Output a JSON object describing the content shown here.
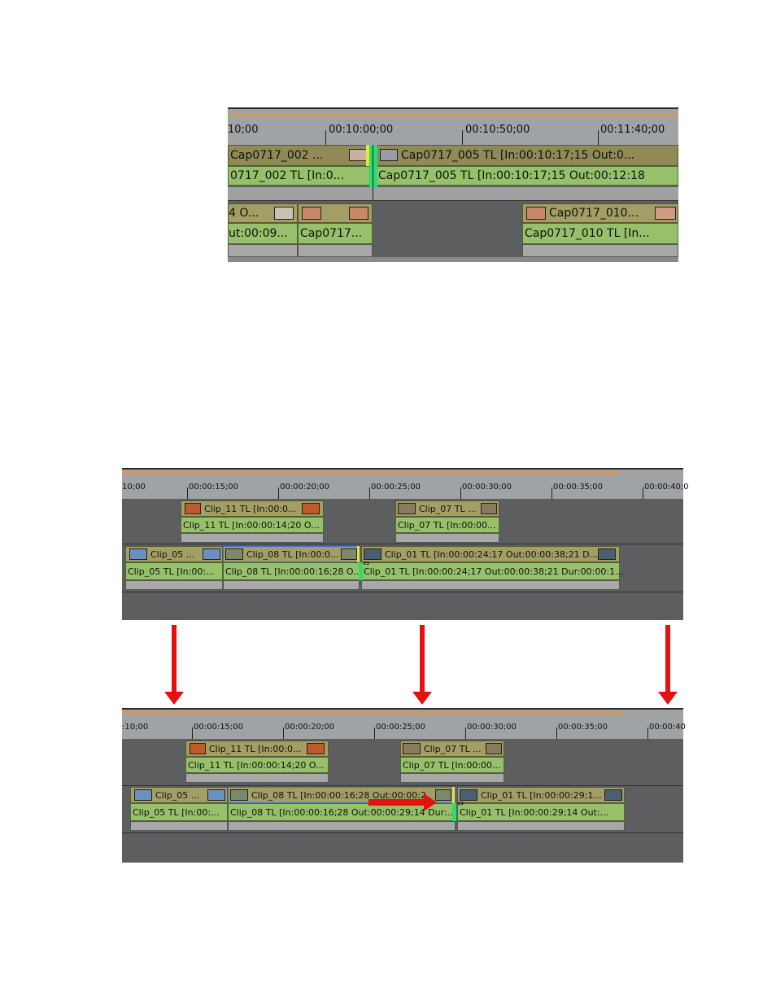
{
  "top_timeline": {
    "ruler_labels": [
      "10;00",
      "00:10:00;00",
      "00:10:50;00",
      "00:11:40;00"
    ],
    "track1": {
      "clip_a": {
        "video": "Cap0717_002  ...",
        "audio": "0717_002  TL [In:0..."
      },
      "clip_b": {
        "video": "Cap0717_005  TL [In:00:10:17;15 Out:0...",
        "audio": "Cap0717_005  TL [In:00:10:17;15 Out:00:12:18"
      }
    },
    "track2": {
      "clip_a": {
        "video": "4 O...",
        "audio": "ut:00:09..."
      },
      "clip_b": {
        "video": "",
        "audio": "Cap0717..."
      },
      "clip_c": {
        "video": "Cap0717_010...",
        "audio": "Cap0717_010  TL  [In..."
      }
    }
  },
  "middle_timeline": {
    "ruler_labels": [
      "10;00",
      "00:00:15;00",
      "00:00:20;00",
      "00:00:25;00",
      "00:00:30;00",
      "00:00:35;00",
      "00:00:40;0"
    ],
    "track1": {
      "clip_11": {
        "video": "Clip_11  TL [In:00:0...",
        "audio": "Clip_11  TL [In:00:00:14;20 O..."
      },
      "clip_07": {
        "video": "Clip_07  TL ...",
        "audio": "Clip_07  TL [In:00:00..."
      }
    },
    "track2": {
      "clip_05": {
        "video": "Clip_05   ...",
        "audio": "Clip_05  TL [In:00:..."
      },
      "clip_08": {
        "video": "Clip_08  TL [In:00:0...",
        "audio": "Clip_08  TL [In:00:00:16;28 O..."
      },
      "clip_01": {
        "video": "Clip_01  TL [In:00:00:24;17 Out:00:00:38;21 D...",
        "audio": "Clip_01  TL [In:00:00:24;17 Out:00:00:38;21 Dur:00:00:1..."
      }
    }
  },
  "bottom_timeline": {
    "ruler_labels": [
      ":10;00",
      "00:00:15;00",
      "00:00:20;00",
      "00:00:25;00",
      "00:00:30;00",
      "00:00:35;00",
      "00:00:40"
    ],
    "track1": {
      "clip_11": {
        "video": "Clip_11  TL [In:00:0...",
        "audio": "Clip_11  TL [In:00:00:14;20 O..."
      },
      "clip_07": {
        "video": "Clip_07  TL ...",
        "audio": "Clip_07  TL [In:00:00..."
      }
    },
    "track2": {
      "clip_05": {
        "video": "Clip_05   ...",
        "audio": "Clip_05  TL [In:00:..."
      },
      "clip_08": {
        "video": "Clip_08  TL [In:00:00:16;28 Out:00:00:2",
        "audio": "Clip_08  TL [In:00:00:16;28 Out:00:00:29;14 Dur:..."
      },
      "clip_01": {
        "video": "Clip_01  TL [In:00:00:29;1...",
        "audio": "Clip_01  TL [In:00:00:29;14 Out:..."
      }
    }
  },
  "colors": {
    "timeline_bg": "#5c5e60",
    "ruler_bg": "#9fa3a6",
    "video_clip": "#a39e63",
    "audio_clip": "#97c06a",
    "trim_highlight": "#2bdc70",
    "playhead": "#e6e33a",
    "annotation_arrow": "#e51111"
  }
}
